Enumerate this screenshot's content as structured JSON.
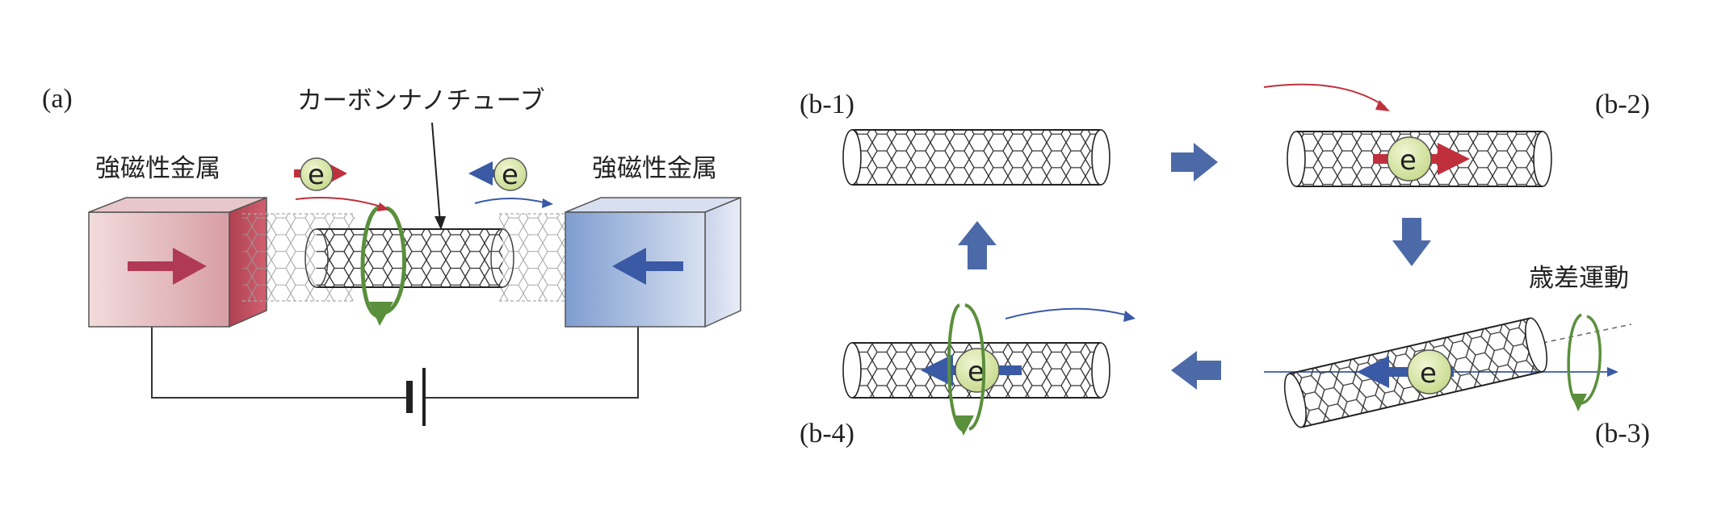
{
  "panel_a": {
    "label": "(a)",
    "tube_label": "カーボンナノチューブ",
    "left_metal_label": "強磁性金属",
    "right_metal_label": "強磁性金属",
    "electron_left": "e",
    "electron_right": "e"
  },
  "panel_b": {
    "label_b1": "(b-1)",
    "label_b2": "(b-2)",
    "label_b3": "(b-3)",
    "label_b4": "(b-4)",
    "electron_b2": "e",
    "electron_b3": "e",
    "electron_b4": "e",
    "precession_label": "歳差運動"
  },
  "colors": {
    "red_spin": "#c0303c",
    "blue_spin": "#3a5aa6",
    "green_rotation": "#5a8f3c",
    "electron_fill": "#dbe7a8",
    "process_arrow": "#4d6aa8",
    "left_metal": "#d9a7ac",
    "right_metal": "#9fb6dc"
  }
}
